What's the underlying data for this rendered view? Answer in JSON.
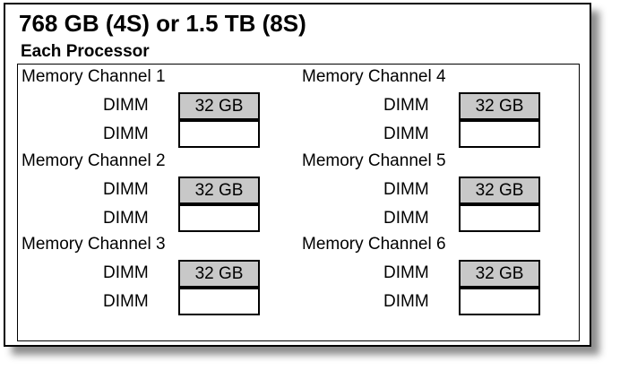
{
  "title": "768 GB (4S) or 1.5 TB (8S)",
  "subtitle": "Each Processor",
  "colors": {
    "filled_slot": "#c8c8c8",
    "empty_slot": "#ffffff"
  },
  "channels": [
    {
      "label": "Memory Channel 1",
      "dimms": [
        {
          "label": "DIMM",
          "value": "32 GB"
        },
        {
          "label": "DIMM",
          "value": ""
        }
      ]
    },
    {
      "label": "Memory Channel 2",
      "dimms": [
        {
          "label": "DIMM",
          "value": "32 GB"
        },
        {
          "label": "DIMM",
          "value": ""
        }
      ]
    },
    {
      "label": "Memory Channel 3",
      "dimms": [
        {
          "label": "DIMM",
          "value": "32 GB"
        },
        {
          "label": "DIMM",
          "value": ""
        }
      ]
    },
    {
      "label": "Memory Channel 4",
      "dimms": [
        {
          "label": "DIMM",
          "value": "32 GB"
        },
        {
          "label": "DIMM",
          "value": ""
        }
      ]
    },
    {
      "label": "Memory Channel 5",
      "dimms": [
        {
          "label": "DIMM",
          "value": "32 GB"
        },
        {
          "label": "DIMM",
          "value": ""
        }
      ]
    },
    {
      "label": "Memory Channel 6",
      "dimms": [
        {
          "label": "DIMM",
          "value": "32 GB"
        },
        {
          "label": "DIMM",
          "value": ""
        }
      ]
    }
  ]
}
